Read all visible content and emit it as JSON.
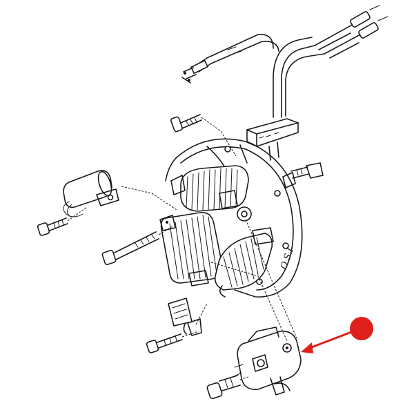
{
  "diagram": {
    "stator_stamp": "O.S.I",
    "highlight_color": "#e0201b",
    "parts": [
      "wire-harness",
      "grommet",
      "stator-plate",
      "ignition-coil",
      "lighting-coil",
      "condenser",
      "contact-breaker-points",
      "felt-lubricator",
      "stator-screw",
      "long-bolt",
      "clamp-screw",
      "terminal-clip",
      "condenser-screw",
      "points-screw",
      "locking-screw"
    ]
  }
}
